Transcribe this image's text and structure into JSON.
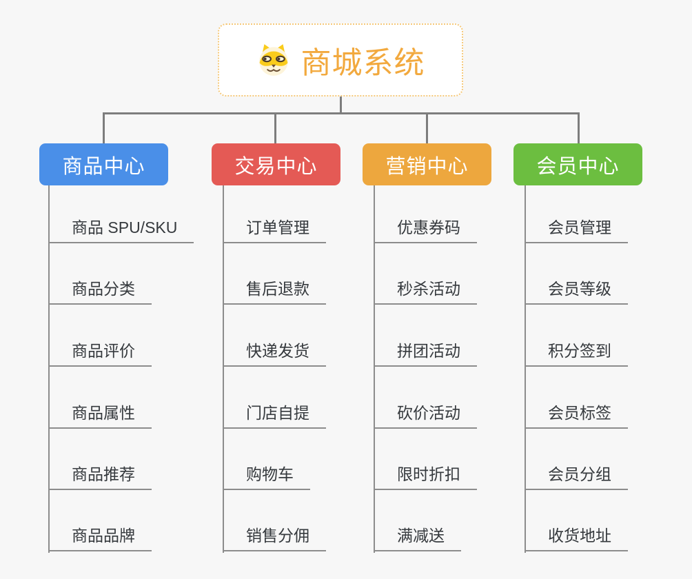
{
  "page": {
    "background": "#f7f7f7"
  },
  "root": {
    "title": "商城系统",
    "icon": "dog-face-icon",
    "text_color": "#f2a93e",
    "border_color": "#f5c878"
  },
  "connector_color": "#7d7d7d",
  "leaf_line_color": "#8c8c8c",
  "branches": [
    {
      "label": "商品中心",
      "color": "#4a8fe8",
      "items": [
        "商品 SPU/SKU",
        "商品分类",
        "商品评价",
        "商品属性",
        "商品推荐",
        "商品品牌"
      ]
    },
    {
      "label": "交易中心",
      "color": "#e45a55",
      "items": [
        "订单管理",
        "售后退款",
        "快递发货",
        "门店自提",
        "购物车",
        "销售分佣"
      ]
    },
    {
      "label": "营销中心",
      "color": "#eda73e",
      "items": [
        "优惠券码",
        "秒杀活动",
        "拼团活动",
        "砍价活动",
        "限时折扣",
        "满减送"
      ]
    },
    {
      "label": "会员中心",
      "color": "#6cbe40",
      "items": [
        "会员管理",
        "会员等级",
        "积分签到",
        "会员标签",
        "会员分组",
        "收货地址"
      ]
    }
  ]
}
